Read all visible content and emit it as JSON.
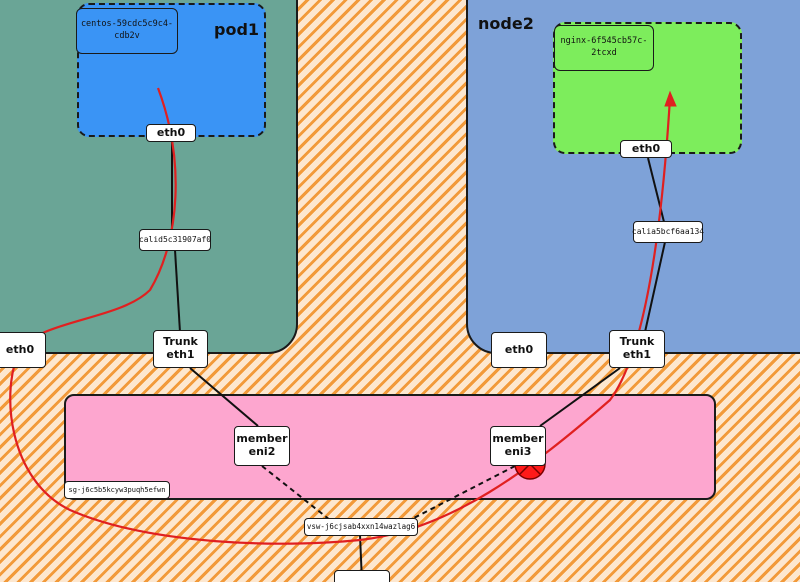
{
  "node1": {
    "pod_label": "pod1",
    "pod_name_line1": "centos-59cdc5c9c4-",
    "pod_name_line2": "cdb2v",
    "pod_eth": "eth0",
    "cali": "calid5c31907af0",
    "eth0": "eth0",
    "trunk_line1": "Trunk",
    "trunk_line2": "eth1"
  },
  "node2": {
    "title": "node2",
    "pod_name_line1": "nginx-6f545cb57c-",
    "pod_name_line2": "2tcxd",
    "pod_eth": "eth0",
    "cali": "calia5bcf6aa134",
    "eth0": "eth0",
    "trunk_line1": "Trunk",
    "trunk_line2": "eth1"
  },
  "vpc": {
    "member_a_line1": "member",
    "member_a_line2": "eni2",
    "member_b_line1": "member",
    "member_b_line2": "eni3",
    "sg": "sg-j6c5b5kcyw3puqh5efwn",
    "vsw": "vsw-j6cjsab4xxn14wazlag6"
  },
  "colors": {
    "route": "#e02020",
    "block": "#ff1a1a",
    "node1": "#6aa596",
    "node2": "#7ea2d8",
    "vpc": "#fda6cf",
    "pod1": "#3a94f5",
    "pod2": "#7ded5c",
    "stripe": "#f29a3a"
  }
}
